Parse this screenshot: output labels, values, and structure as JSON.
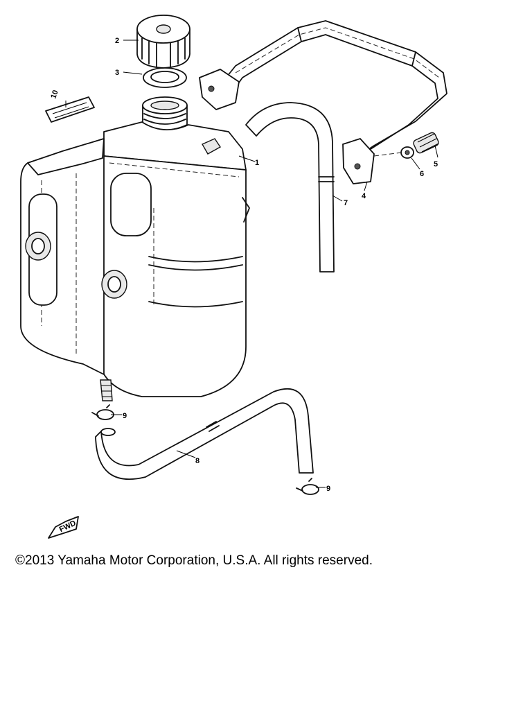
{
  "callouts": [
    "1",
    "2",
    "3",
    "4",
    "5",
    "6",
    "7",
    "8",
    "9",
    "10"
  ],
  "fwd_label": "FWD",
  "copyright": "©2013 Yamaha Motor Corporation, U.S.A. All rights reserved."
}
